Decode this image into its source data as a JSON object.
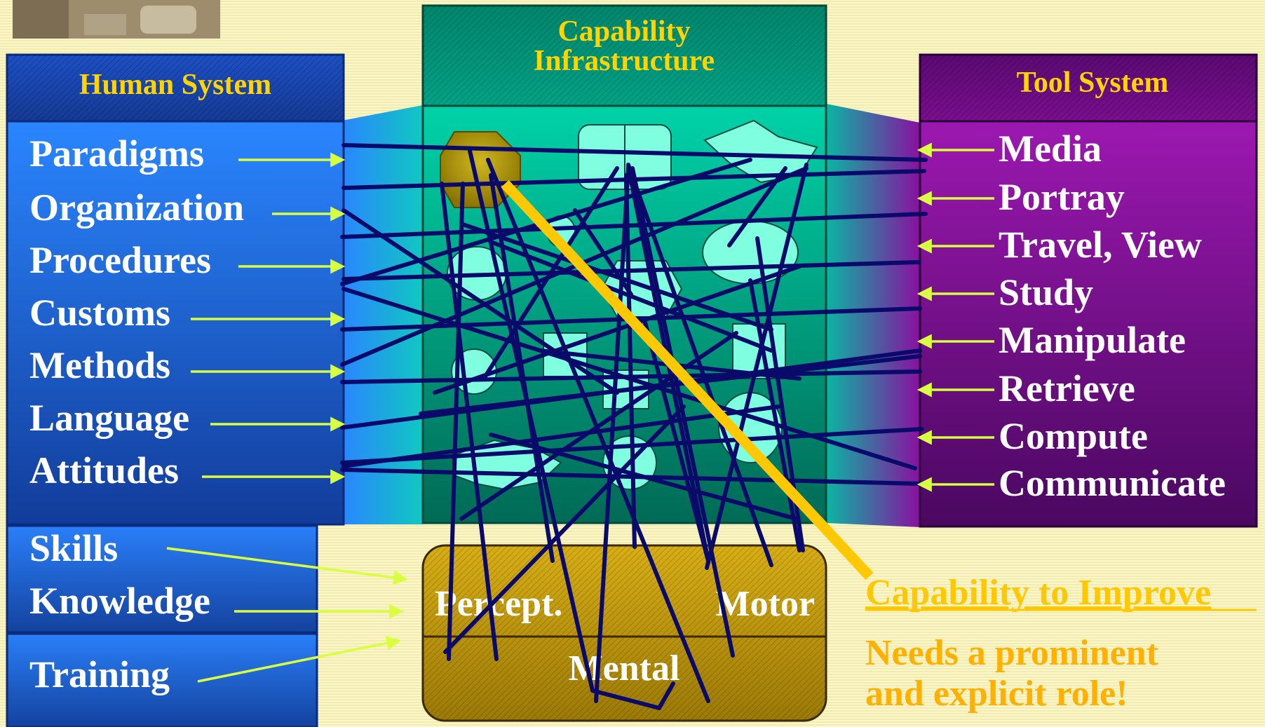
{
  "human_system": {
    "title": "Human System",
    "items": [
      "Paradigms",
      "Organization",
      "Procedures",
      "Customs",
      "Methods",
      "Language",
      "Attitudes"
    ],
    "lower_items": [
      "Skills",
      "Knowledge"
    ],
    "training": "Training"
  },
  "capability_infrastructure": {
    "title_line1": "Capability",
    "title_line2": "Infrastructure"
  },
  "tool_system": {
    "title": "Tool System",
    "items": [
      "Media",
      "Portray",
      "Travel, View",
      "Study",
      "Manipulate",
      "Retrieve",
      "Compute",
      "Communicate"
    ]
  },
  "basic_capabilities": {
    "perceptual": "Percept.",
    "motor": "Motor",
    "mental": "Mental"
  },
  "callout": {
    "link": "Capability to Improve",
    "line1": "Needs a prominent",
    "line2": "and explicit role!"
  },
  "colors": {
    "background": "#fbf6c8",
    "human_blue": "#1f6fe8",
    "infrastructure_teal": "#00a88a",
    "tool_purple": "#8a0f98",
    "gold": "#c8a012",
    "title_yellow": "#ffd400",
    "arrow_green": "#d8ff40",
    "network_line": "#0a0a6a",
    "highlight_line": "#ffc800",
    "callout_orange": "#ffb000"
  }
}
